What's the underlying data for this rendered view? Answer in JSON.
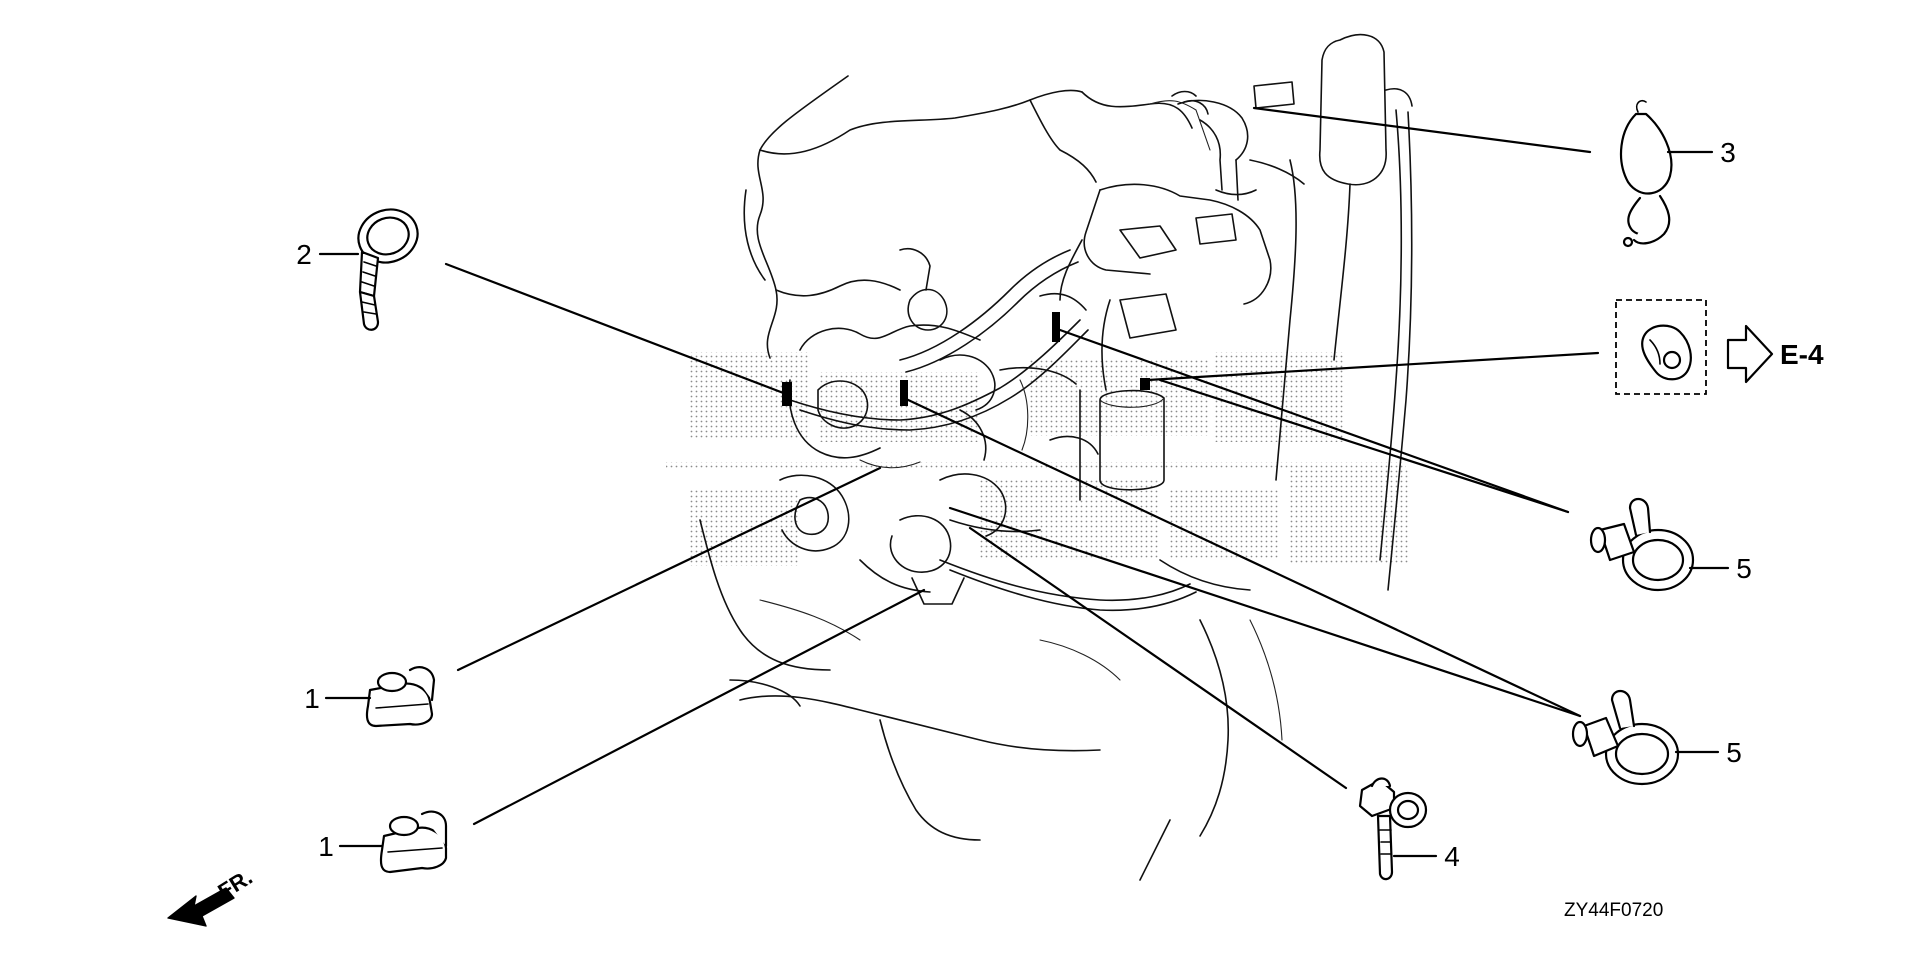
{
  "diagram": {
    "drawing_code": "ZY44F0720",
    "front_indicator": "FR.",
    "reference": {
      "label": "E-4"
    },
    "parts": [
      {
        "callout": "1"
      },
      {
        "callout": "1"
      },
      {
        "callout": "2"
      },
      {
        "callout": "3"
      },
      {
        "callout": "4"
      },
      {
        "callout": "5"
      },
      {
        "callout": "5"
      }
    ]
  }
}
